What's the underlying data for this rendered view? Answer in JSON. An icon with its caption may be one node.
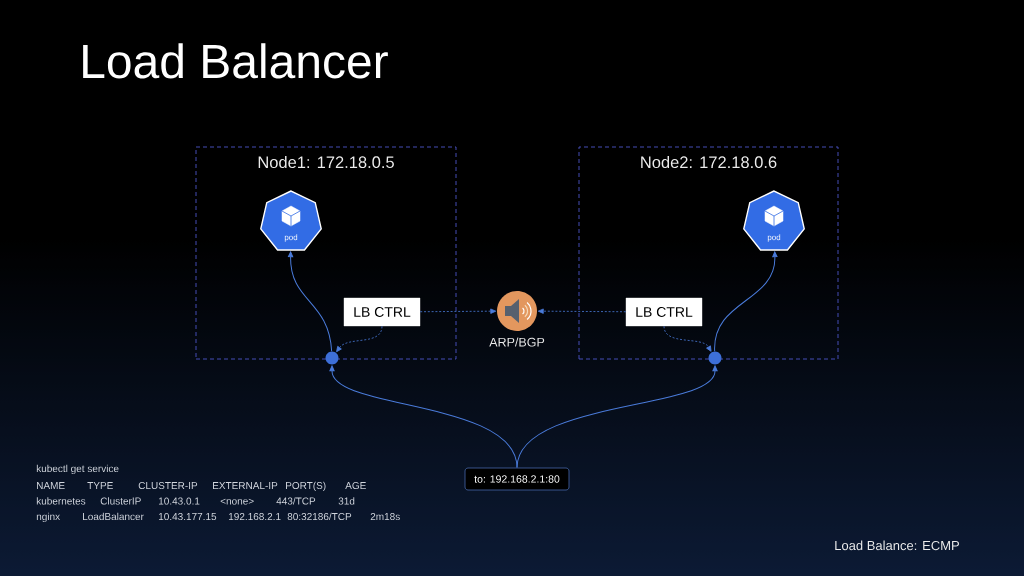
{
  "diagram": {
    "title": "Load Balancer",
    "nodes": [
      {
        "text": [
          "Node1: 172.18.0.5"
        ]
      },
      {
        "text": [
          "pod"
        ],
        "in": 0
      },
      {
        "text": [
          "LB CTRL"
        ],
        "in": 0
      },
      {
        "text": [],
        "shape": "circle"
      },
      {
        "text": [
          "Node2: 172.18.0.6"
        ]
      },
      {
        "text": [
          "pod"
        ],
        "in": 4
      },
      {
        "text": [
          "LB CTRL"
        ],
        "in": 4
      },
      {
        "text": [],
        "shape": "circle"
      },
      {
        "text": [
          "ARP/BGP"
        ]
      },
      {
        "text": [
          "to: 192.168.2.1:80"
        ]
      }
    ],
    "edges": [
      {
        "from": 3,
        "to": 1,
        "arrow": "to"
      },
      {
        "from": 7,
        "to": 5,
        "arrow": "to"
      },
      {
        "from": 9,
        "to": 3,
        "arrow": "to"
      },
      {
        "from": 9,
        "to": 7,
        "arrow": "to"
      },
      {
        "from": 2,
        "to": 3,
        "arrow": "to",
        "style": "dashed"
      },
      {
        "from": 6,
        "to": 7,
        "arrow": "to",
        "style": "dashed"
      },
      {
        "from": 2,
        "to": 8,
        "arrow": "to",
        "style": "dashed"
      },
      {
        "from": 6,
        "to": 8,
        "arrow": "to",
        "style": "dashed"
      }
    ],
    "labels": [
      "kubectl get service",
      "NAME",
      "TYPE",
      "CLUSTER-IP",
      "EXTERNAL-IP",
      "PORT(S)",
      "AGE",
      "kubernetes",
      "ClusterIP",
      "10.43.0.1",
      "<none>",
      "443/TCP",
      "31d",
      "nginx",
      "LoadBalancer",
      "10.43.177.15",
      "192.168.2.1",
      "80:32186/TCP",
      "2m18s",
      "Load Balance: ECMP"
    ]
  }
}
